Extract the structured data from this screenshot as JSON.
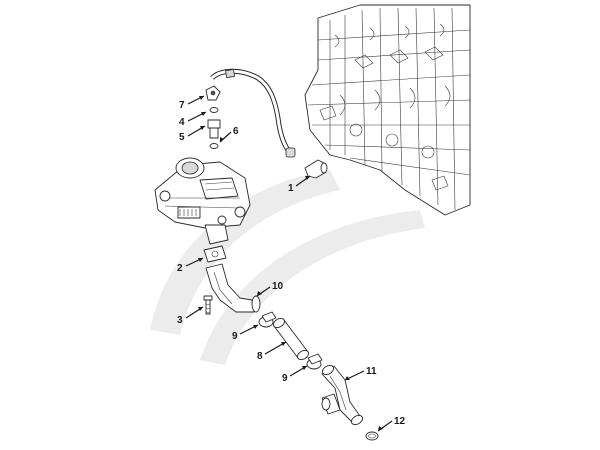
{
  "watermark": {
    "color": "#e6e6e6"
  },
  "callouts": [
    {
      "id": "callout-7",
      "label": "7",
      "part": "clamp"
    },
    {
      "id": "callout-4",
      "label": "4",
      "part": "o-ring"
    },
    {
      "id": "callout-5",
      "label": "5",
      "part": "fitting"
    },
    {
      "id": "callout-6",
      "label": "6",
      "part": "washer"
    },
    {
      "id": "callout-1",
      "label": "1",
      "part": "elbow-connector"
    },
    {
      "id": "callout-2",
      "label": "2",
      "part": "gasket"
    },
    {
      "id": "callout-10",
      "label": "10",
      "part": "tube-clamp"
    },
    {
      "id": "callout-3",
      "label": "3",
      "part": "screw"
    },
    {
      "id": "callout-9a",
      "label": "9",
      "part": "hose-clamp"
    },
    {
      "id": "callout-8",
      "label": "8",
      "part": "hose"
    },
    {
      "id": "callout-9b",
      "label": "9",
      "part": "hose-clamp"
    },
    {
      "id": "callout-11",
      "label": "11",
      "part": "coolant-tube"
    },
    {
      "id": "callout-12",
      "label": "12",
      "part": "o-ring"
    }
  ]
}
